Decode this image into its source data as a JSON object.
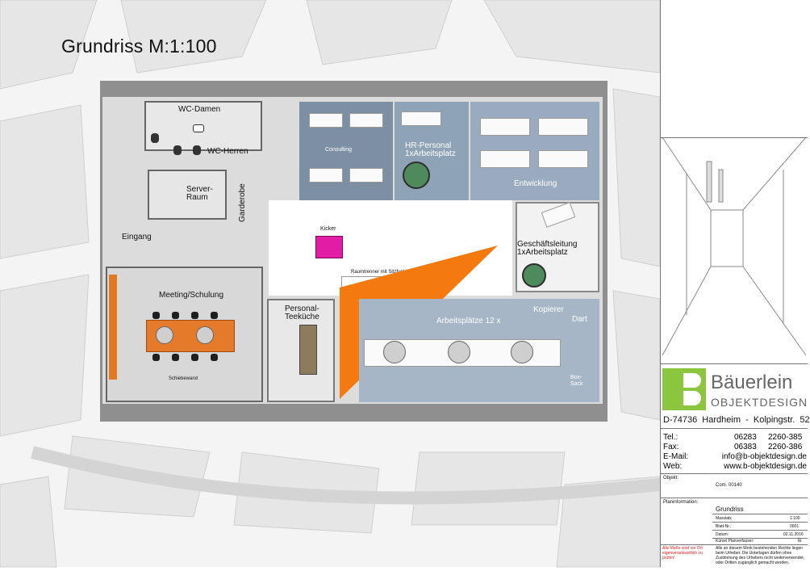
{
  "title": "Grundriss M:1:100",
  "rooms": {
    "wc_damen": "WC-Damen",
    "wc_herren": "WC-Herren",
    "server": "Server-\nRaum",
    "garderobe": "Garderobe",
    "eingang": "Eingang",
    "meeting": "Meeting/Schulung",
    "schiebewand": "Schiebewand",
    "consulting": "Consulting",
    "hr": "HR-Personal\n1xArbeitsplatz",
    "entwicklung": "Entwicklung",
    "kicker": "Kicker",
    "raumtrenner": "Raumtrenner mit Sitzfunktion",
    "geschaeftsleitung": "Geschäftsleitung\n1xArbeitsplatz",
    "kopierer": "Kopierer",
    "dart": "Dart",
    "personal": "Personal-\nTeeküche",
    "arbeitsplaetze": "Arbeitsplätze 12 x",
    "boxsack": "Box-\nSack"
  },
  "company": {
    "name_top": "Bäuerlein",
    "name_bottom": "OBJEKTDESIGN",
    "address": "D-74736  Hardheim  -  Kolpingstr.  52"
  },
  "contact": [
    {
      "label": "Tel.:",
      "area": "06283",
      "number": "2260-385"
    },
    {
      "label": "Fax:",
      "area": "06383",
      "number": "2260-386"
    },
    {
      "label": "E-Mail:",
      "value": "info@b-objektdesign.de"
    },
    {
      "label": "Web:",
      "value": "www.b-objektdesign.de"
    }
  ],
  "project": {
    "objekt_label": "Objekt:",
    "objekt_value": "Com. 00140",
    "planinfo_label": "Planinformation:",
    "plan_title": "Grundriss",
    "masstab_label": "Masstab:",
    "masstab_value": "1:100",
    "blatt_label": "Blatt-Nr.:",
    "blatt_value": "0001",
    "datum_label": "Datum:",
    "datum_value": "02.11.2016",
    "kuerzel_label": "Kürzel Planverfasser:",
    "kuerzel_value": "IE"
  },
  "footer": {
    "warning": "Alle Maße sind vor Ort eigenverantwortlich zu prüfen!",
    "copyright": "Alle an diesem Werk bestehenden Rechte liegen beim Urheber. Die Unterlagen dürfen ohne Zustimmung des Urhebers nicht weiterverwendet, oder Dritten zugänglich gemacht werden."
  },
  "colors": {
    "accent_orange": "#f47a10",
    "brand_green": "#8cc63f",
    "warning_red": "#e01b1b"
  }
}
